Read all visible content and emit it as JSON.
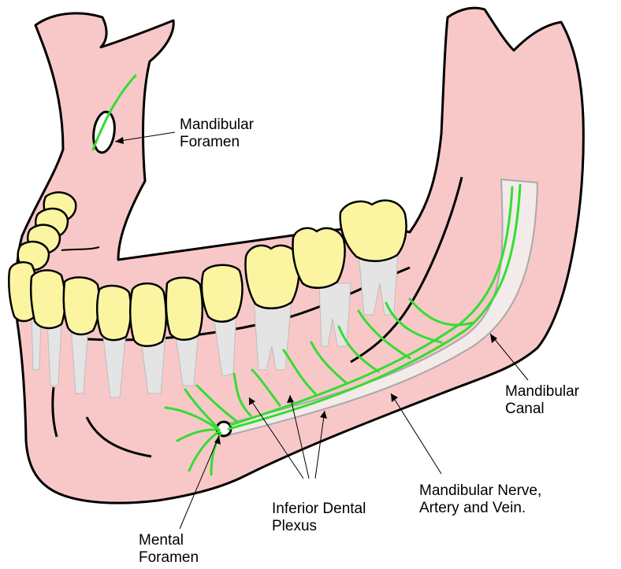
{
  "labels": {
    "mandibular_foramen": [
      "Mandibular",
      "Foramen"
    ],
    "mandibular_canal": [
      "Mandibular",
      "Canal"
    ],
    "mandibular_nerve": [
      "Mandibular Nerve,",
      "Artery and Vein."
    ],
    "inferior_dental_plexus": [
      "Inferior Dental",
      "Plexus"
    ],
    "mental_foramen": [
      "Mental",
      "Foramen"
    ]
  },
  "colors": {
    "bone": "#f8c8c8",
    "bone_outline": "#000000",
    "tooth_crown": "#fbf5a2",
    "tooth_root": "#e4e4e4",
    "nerve": "#33dd33",
    "canal": "#f3eaea",
    "canal_edge": "#a9a9a9"
  }
}
